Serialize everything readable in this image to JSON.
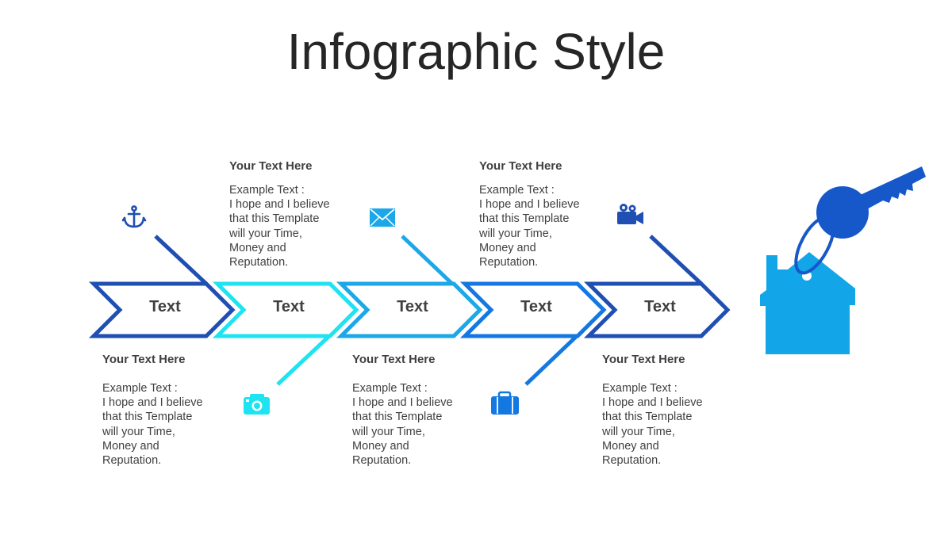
{
  "title": "Infographic Style",
  "colors": {
    "dark_blue": "#1F4FB3",
    "cyan": "#1EE3F0",
    "sky": "#1CA8E8",
    "medium_blue": "#1478E2",
    "house": "#12A6E8",
    "key": "#1658C9"
  },
  "steps": [
    {
      "label": "Text",
      "icon": "anchor-icon",
      "color": "#1F4FB3"
    },
    {
      "label": "Text",
      "icon": "camera-icon",
      "color": "#1EE3F0"
    },
    {
      "label": "Text",
      "icon": "envelope-icon",
      "color": "#1CA8E8"
    },
    {
      "label": "Text",
      "icon": "briefcase-icon",
      "color": "#1478E2"
    },
    {
      "label": "Text",
      "icon": "video-camera-icon",
      "color": "#1F4FB3"
    }
  ],
  "blocks": [
    {
      "heading": "Your Text  Here",
      "lines": [
        "Example Text :",
        "I hope and I believe",
        "that this Template",
        "will your Time,",
        "Money and",
        "Reputation."
      ]
    },
    {
      "heading": "Your Text  Here",
      "lines": [
        "Example Text :",
        "I hope and I believe",
        "that this Template",
        "will your Time,",
        "Money and",
        "Reputation."
      ]
    },
    {
      "heading": "Your Text  Here",
      "lines": [
        "Example Text :",
        "I hope and I believe",
        "that this Template",
        "will your Time,",
        "Money and",
        "Reputation."
      ]
    },
    {
      "heading": "Your Text  Here",
      "lines": [
        "Example Text :",
        "I hope and I believe",
        "that this Template",
        "will your Time,",
        "Money and",
        "Reputation."
      ]
    },
    {
      "heading": "Your Text  Here",
      "lines": [
        "Example Text :",
        "I hope and I believe",
        "that this Template",
        "will your Time,",
        "Money and",
        "Reputation."
      ]
    }
  ],
  "end_graphic": "house-with-key-icon"
}
